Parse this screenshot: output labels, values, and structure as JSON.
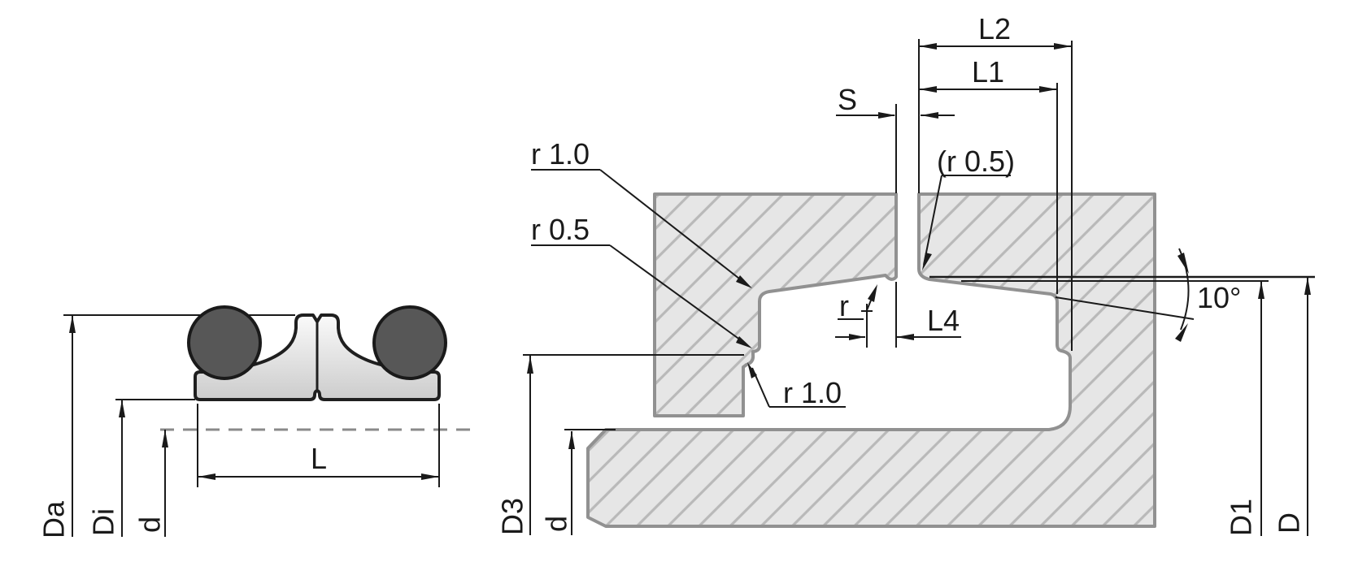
{
  "drawing": {
    "left_view": {
      "dim_da": "Da",
      "dim_di": "Di",
      "dim_d": "d",
      "dim_l": "L"
    },
    "right_view": {
      "radius_top": "r 1.0",
      "radius_mid": "r 0.5",
      "dim_s": "S",
      "dim_l2": "L2",
      "dim_l1": "L1",
      "radius_paren": "(r 0.5)",
      "radius_r": "r",
      "dim_l4": "L4",
      "radius_bottom": "r 1.0",
      "angle": "10°",
      "dim_d3": "D3",
      "dim_d_shaft": "d",
      "dim_d1": "D1",
      "dim_d_outer": "D"
    },
    "colors": {
      "hatch_fill": "#e6e6e6",
      "hatch_line": "#b9b9b9",
      "hatch_border": "#919191",
      "seal_outline": "#1f1f1f",
      "oring_fill": "#575757",
      "dimension_line": "#1a1a1a",
      "centerline": "#8a8a8a"
    }
  }
}
